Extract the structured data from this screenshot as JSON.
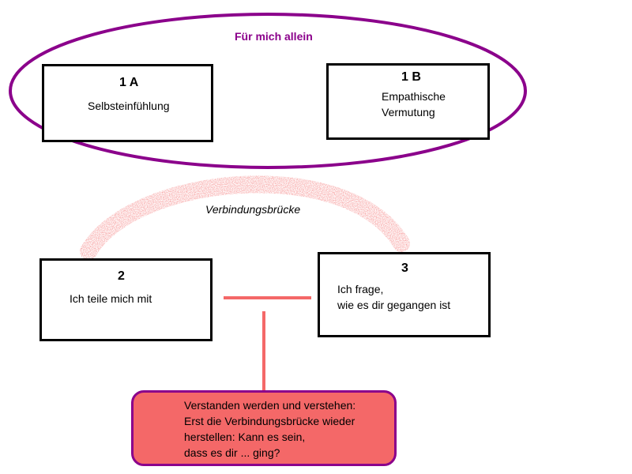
{
  "group": {
    "label": "Für mich allein"
  },
  "boxes": [
    {
      "number": "1 A",
      "lines": [
        "Selbsteinfühlung"
      ]
    },
    {
      "number": "1 B",
      "lines": [
        "Empathische",
        "Vermutung"
      ]
    },
    {
      "number": "2",
      "lines": [
        "Ich teile mich mit"
      ]
    },
    {
      "number": "3",
      "lines": [
        "Ich frage,",
        "wie es dir gegangen ist"
      ]
    }
  ],
  "bridge": {
    "label": "Verbindungsbrücke"
  },
  "callout": {
    "lines": [
      "Verstanden werden und verstehen:",
      "Erst die Verbindungsbrücke wieder",
      "herstellen: Kann es sein,",
      "dass es dir ... ging?"
    ]
  },
  "colors": {
    "ellipse_stroke": "#8b008b",
    "bridge": "#f47a7a",
    "connector": "#f46868",
    "callout_fill": "#f46868",
    "callout_border": "#8b008b",
    "box_border": "#000000"
  }
}
